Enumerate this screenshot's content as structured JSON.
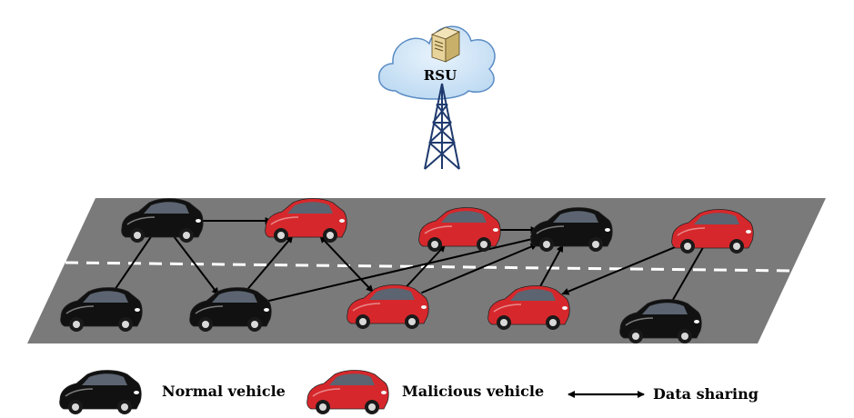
{
  "rsu": {
    "label": "RSU"
  },
  "legend": {
    "normal_label": "Normal vehicle",
    "malicious_label": "Malicious vehicle",
    "sharing_label": "Data sharing"
  },
  "colors": {
    "road": "#7a7a7a",
    "lane_marking": "#ffffff",
    "normal_vehicle": "#111111",
    "malicious_vehicle": "#d6282c",
    "cloud": "#cfe4f7",
    "tower": "#1f3a6e",
    "arrow": "#000000"
  },
  "vehicles": [
    {
      "id": "v1",
      "type": "normal"
    },
    {
      "id": "v2",
      "type": "malicious"
    },
    {
      "id": "v3",
      "type": "malicious"
    },
    {
      "id": "v4",
      "type": "normal"
    },
    {
      "id": "v5",
      "type": "malicious"
    },
    {
      "id": "v6",
      "type": "normal"
    },
    {
      "id": "v7",
      "type": "normal"
    },
    {
      "id": "v8",
      "type": "malicious"
    },
    {
      "id": "v9",
      "type": "malicious"
    },
    {
      "id": "v10",
      "type": "normal"
    }
  ],
  "links": [
    {
      "from": "v1",
      "to": "v2",
      "bidirectional": true
    },
    {
      "from": "v1",
      "to": "v6",
      "bidirectional": false
    },
    {
      "from": "v1",
      "to": "v7",
      "bidirectional": false
    },
    {
      "from": "v2",
      "to": "v7",
      "bidirectional": true
    },
    {
      "from": "v2",
      "to": "v8",
      "bidirectional": true
    },
    {
      "from": "v3",
      "to": "v4",
      "bidirectional": true
    },
    {
      "from": "v8",
      "to": "v3",
      "bidirectional": false
    },
    {
      "from": "v8",
      "to": "v4",
      "bidirectional": false
    },
    {
      "from": "v4",
      "to": "v9",
      "bidirectional": true
    },
    {
      "from": "v5",
      "to": "v9",
      "bidirectional": false
    },
    {
      "from": "v5",
      "to": "v10",
      "bidirectional": false
    },
    {
      "from": "v7",
      "to": "v4",
      "bidirectional": false
    }
  ]
}
